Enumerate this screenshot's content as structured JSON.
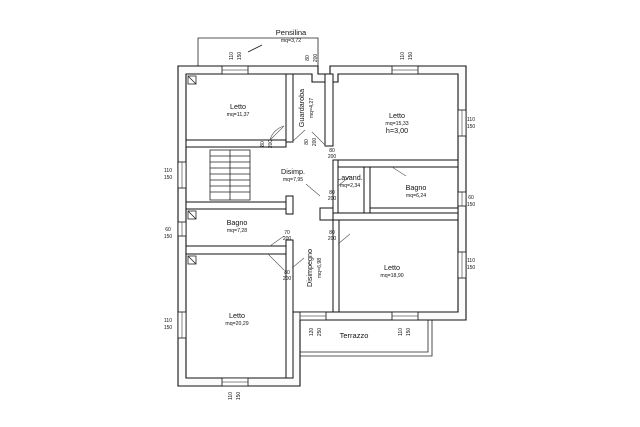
{
  "labels": {
    "pensilina": "Pensilina",
    "pensilina_area": "mq=3,72",
    "terrazzo": "Terrazzo",
    "h": "h=3,00"
  },
  "rooms": {
    "letto_nw": {
      "name": "Letto",
      "area": "mq=11,37"
    },
    "guardaroba": {
      "name": "Guardaroba",
      "area": "mq=4,27"
    },
    "letto_ne": {
      "name": "Letto",
      "area": "mq=15,33"
    },
    "disimp": {
      "name": "Disimp.",
      "area": "mq=7,95"
    },
    "lavand": {
      "name": "Lavand.",
      "area": "mq=2,34"
    },
    "bagno_e": {
      "name": "Bagno",
      "area": "mq=6,24"
    },
    "bagno_w": {
      "name": "Bagno",
      "area": "mq=7,28"
    },
    "disimpegno": {
      "name": "Disimpegno",
      "area": "mq=6,98"
    },
    "letto_se": {
      "name": "Letto",
      "area": "mq=18,90"
    },
    "letto_sw": {
      "name": "Letto",
      "area": "mq=20,29"
    }
  },
  "dims": {
    "top_110": "110",
    "top_150": "150",
    "g80": "80",
    "g200": "200",
    "d80": "80",
    "d200": "200",
    "d70": "70",
    "t120": "120",
    "t250": "250",
    "side_60": "60",
    "side_150": "150",
    "side_110": "110"
  }
}
